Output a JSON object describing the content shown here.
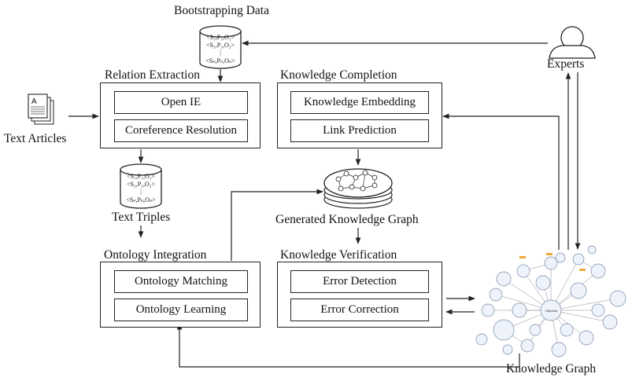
{
  "labels": {
    "bootstrapping": "Bootstrapping Data",
    "experts": "Experts",
    "relation_extraction": "Relation Extraction",
    "knowledge_completion": "Knowledge Completion",
    "text_articles": "Text Articles",
    "text_triples": "Text Triples",
    "generated_kg": "Generated  Knowledge Graph",
    "ontology_integration": "Ontology Integration",
    "knowledge_verification": "Knowledge Verification",
    "knowledge_graph": "Knowledge Graph"
  },
  "boxes": {
    "open_ie": "Open IE",
    "coreference": "Coreference Resolution",
    "knowledge_embedding": "Knowledge Embedding",
    "link_prediction": "Link Prediction",
    "ontology_matching": "Ontology Matching",
    "ontology_learning": "Ontology Learning",
    "error_detection": "Error Detection",
    "error_correction": "Error Correction"
  },
  "bootstrap_triples": [
    "<S₁,P₁,O₁>",
    "<S₂,P₂,O₂>",
    "⋮",
    "<Sₙ,Pₙ,Oₙ>"
  ],
  "text_triples_list": [
    "<S₁,P₁,O₁>",
    "<S₂,P₂,O₂>",
    "⋮",
    "<Sₙ,Pₙ,Oₙ>"
  ],
  "document_icon_letter": "A"
}
